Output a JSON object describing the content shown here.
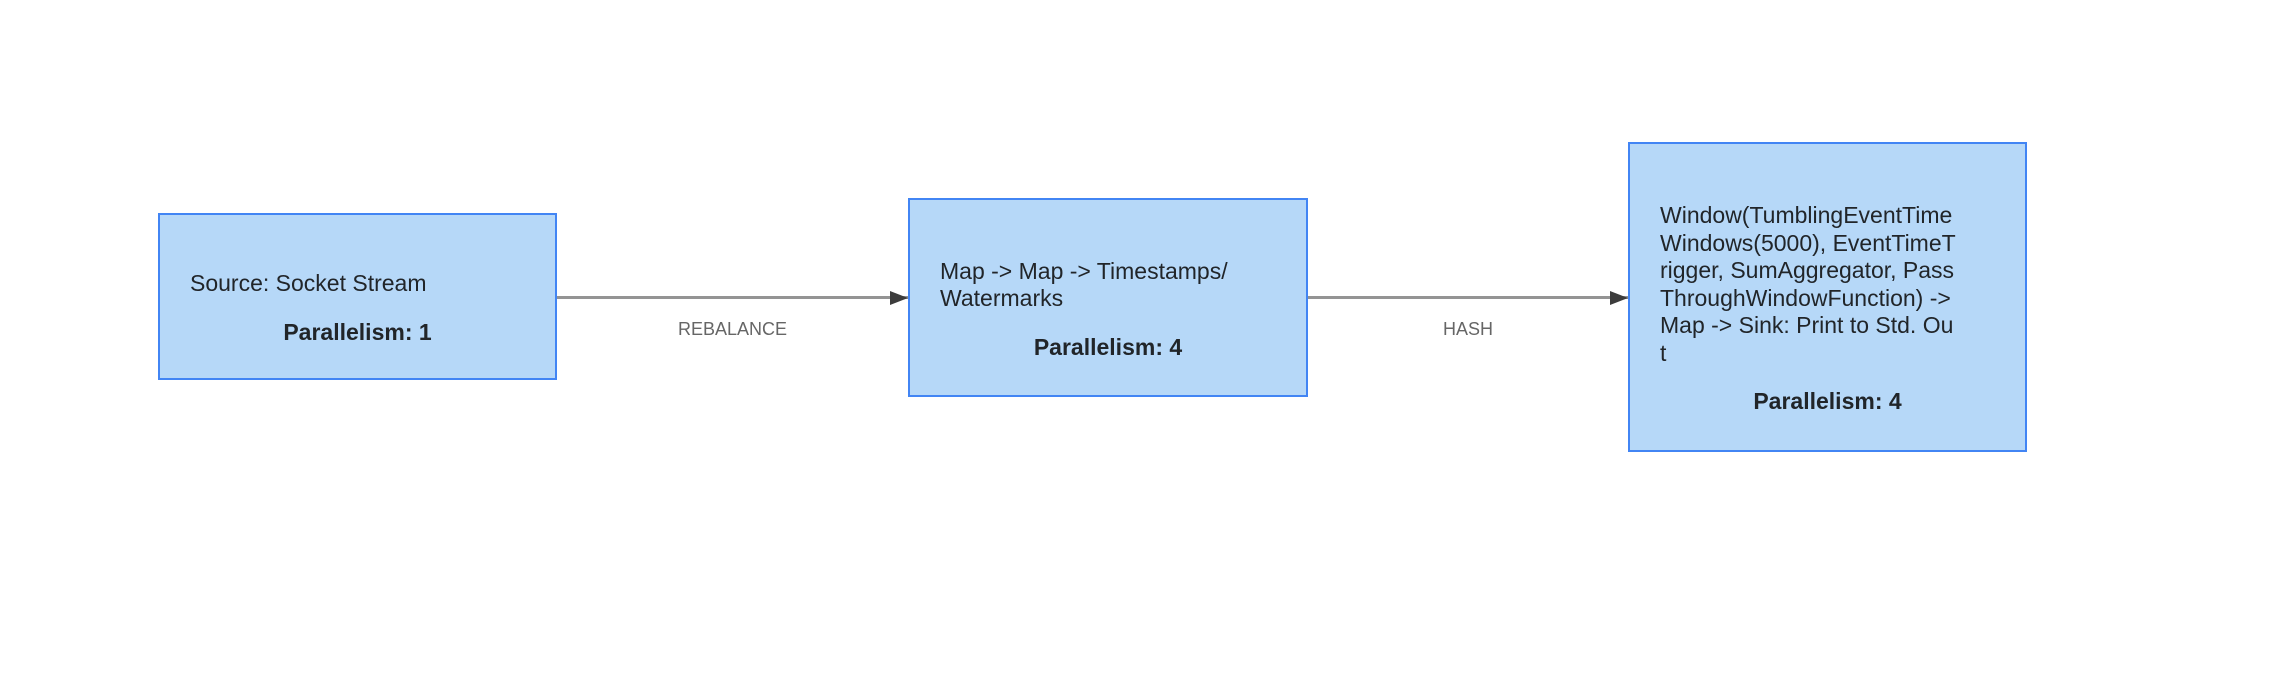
{
  "diagram_type": "streaming-job-plan-graph",
  "colors": {
    "background": "#ffffff",
    "node_fill": "#b6d8f8",
    "node_border": "#4285f4",
    "node_text": "#212529",
    "edge_line": "#949494",
    "edge_arrowhead": "#3c3c3c",
    "edge_label_text": "#666666"
  },
  "nodes": [
    {
      "id": "source",
      "name": "Source: Socket Stream",
      "name_lines": [
        "Source: Socket Stream"
      ],
      "parallelism_label": "Parallelism: 1"
    },
    {
      "id": "map",
      "name": "Map -> Map -> Timestamps/Watermarks",
      "name_lines": [
        "Map -> Map -> Timestamps/",
        "Watermarks"
      ],
      "parallelism_label": "Parallelism: 4"
    },
    {
      "id": "window",
      "name": "Window(TumblingEventTimeWindows(5000), EventTimeTrigger, SumAggregator, PassThroughWindowFunction) -> Map -> Sink: Print to Std. Out",
      "name_lines": [
        "Window(TumblingEventTime",
        "Windows(5000), EventTimeT",
        "rigger, SumAggregator, Pass",
        "ThroughWindowFunction) ->",
        "Map -> Sink: Print to Std. Ou",
        "t"
      ],
      "parallelism_label": "Parallelism: 4"
    }
  ],
  "edges": [
    {
      "from": "source",
      "to": "map",
      "label": "REBALANCE"
    },
    {
      "from": "map",
      "to": "window",
      "label": "HASH"
    }
  ]
}
